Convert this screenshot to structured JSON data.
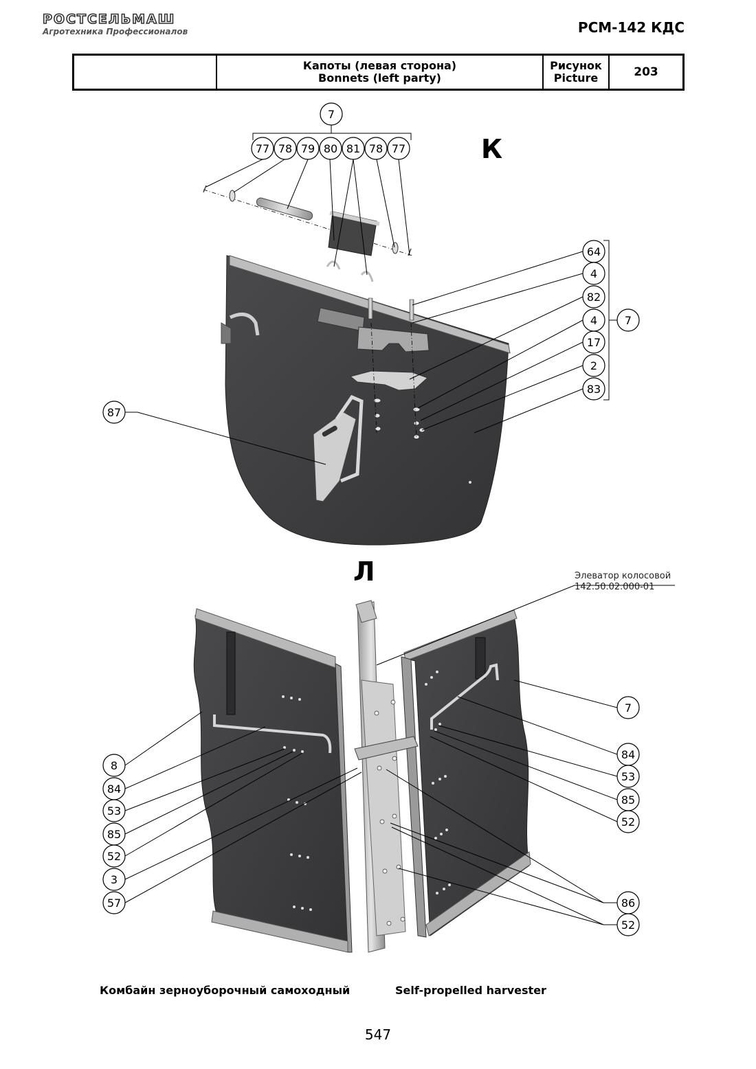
{
  "header": {
    "brand_name": "РОСТСЕЛЬМАШ",
    "brand_tagline": "Агротехника Профессионалов",
    "model": "РСМ-142 КДС"
  },
  "title_block": {
    "title_ru": "Капоты (левая сторона)",
    "title_en": "Bonnets (left party)",
    "picture_label_ru": "Рисунок",
    "picture_label_en": "Picture",
    "picture_number": "203"
  },
  "views": {
    "k_label": "К",
    "l_label": "Л"
  },
  "callouts_k": {
    "group_top": "7",
    "row": [
      "77",
      "78",
      "79",
      "80",
      "81",
      "78",
      "77"
    ],
    "right_stack": [
      "64",
      "4",
      "82",
      "4",
      "17",
      "2",
      "83"
    ],
    "right_group": "7",
    "left": "87"
  },
  "callouts_l": {
    "elevator_name": "Элеватор колосовой",
    "elevator_code": "142.50.02.000-01",
    "left": [
      "8",
      "84",
      "53",
      "85",
      "52",
      "3",
      "57"
    ],
    "right": [
      "7",
      "84",
      "53",
      "85",
      "52",
      "86",
      "52"
    ]
  },
  "footer": {
    "caption_ru": "Комбайн зерноуборочный самоходный",
    "caption_en": "Self-propelled harvester",
    "page_number": "547"
  },
  "colors": {
    "panel_dark": "#3c3c3e",
    "metal_light": "#c9c9c9",
    "line": "#000000"
  }
}
